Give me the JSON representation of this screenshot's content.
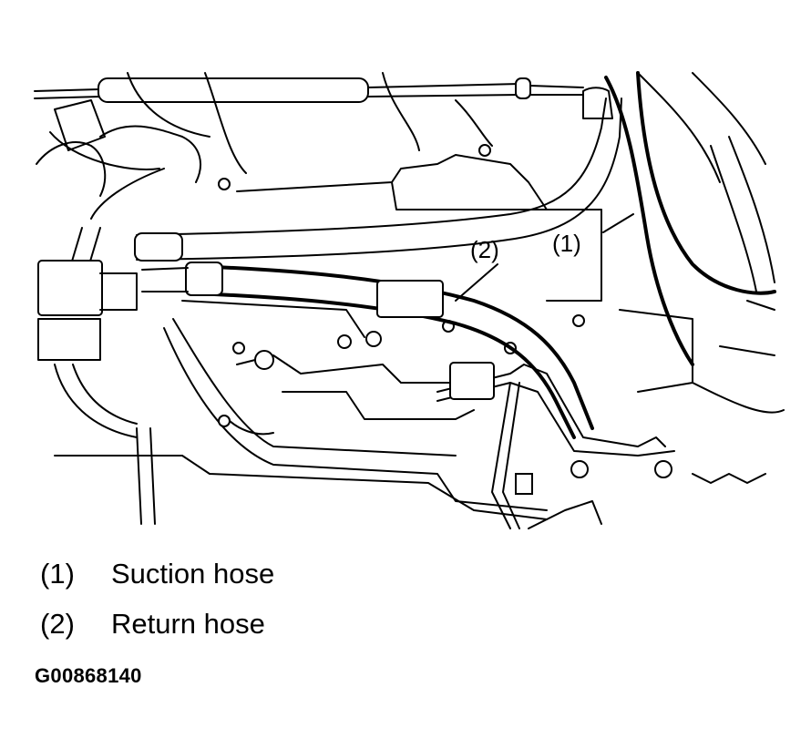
{
  "diagram": {
    "callouts": [
      {
        "id": "callout-1",
        "text": "(1)"
      },
      {
        "id": "callout-2",
        "text": "(2)"
      }
    ],
    "legend": [
      {
        "num": "(1)",
        "label": "Suction hose"
      },
      {
        "num": "(2)",
        "label": "Return hose"
      }
    ],
    "figure_id": "G00868140"
  }
}
